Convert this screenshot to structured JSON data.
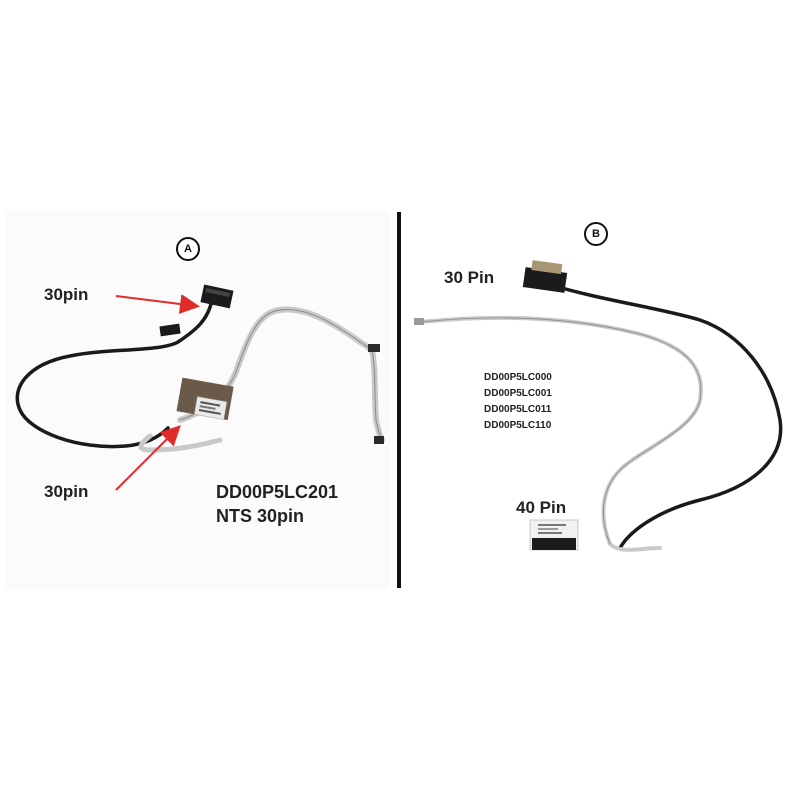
{
  "panel_a": {
    "badge": "A",
    "top_connector_label": "30pin",
    "bottom_connector_label": "30pin",
    "part_number": "DD00P5LC201",
    "part_description": "NTS 30pin"
  },
  "panel_b": {
    "badge": "B",
    "top_connector_label": "30 Pin",
    "bottom_connector_label": "40 Pin",
    "part_numbers": [
      "DD00P5LC000",
      "DD00P5LC001",
      "DD00P5LC011",
      "DD00P5LC110"
    ]
  },
  "colors": {
    "cable": "#1a1a1a",
    "ribbon": "#c9c9c9",
    "arrow": "#e02b2b",
    "divider": "#111111"
  }
}
